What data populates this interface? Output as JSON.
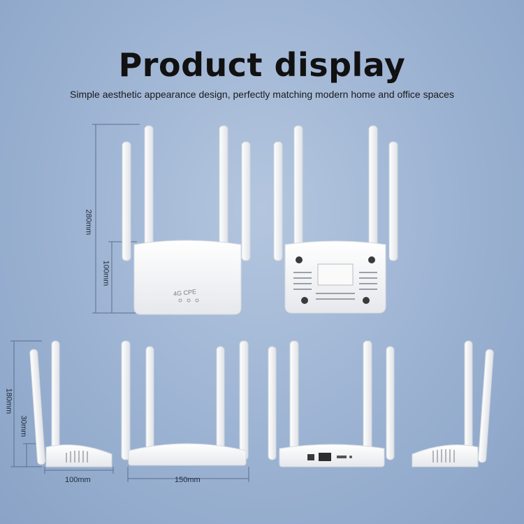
{
  "header": {
    "title": "Product display",
    "subtitle": "Simple aesthetic appearance design, perfectly matching modern home and office spaces"
  },
  "dimensions": {
    "total_height": "280mm",
    "body_height": "100mm",
    "side_total_height": "180mm",
    "side_body_height": "30mm",
    "depth": "100mm",
    "width": "150mm"
  },
  "device": {
    "front_brand": "4G CPE"
  },
  "colors": {
    "background": "#9bb2d2",
    "device_white": "#f4f5f7",
    "line": "#5b6f8c"
  }
}
